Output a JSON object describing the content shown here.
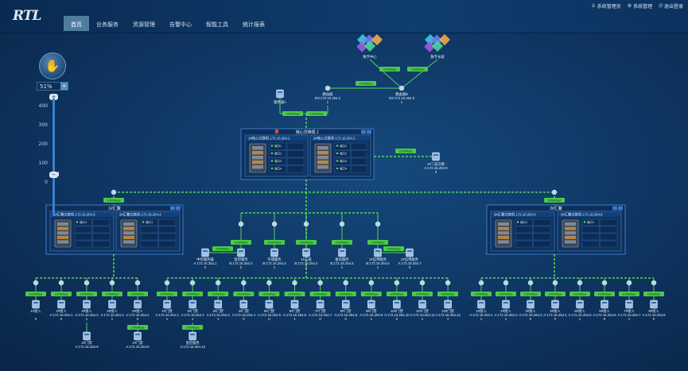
{
  "app": {
    "logo": "RTL"
  },
  "nav": [
    {
      "label": "首页",
      "active": true
    },
    {
      "label": "业务服务"
    },
    {
      "label": "资源管理"
    },
    {
      "label": "告警中心"
    },
    {
      "label": "智能工具"
    },
    {
      "label": "统计报表"
    }
  ],
  "user_menu": [
    {
      "icon": "user-icon",
      "glyph": "♙",
      "label": "系统管理员"
    },
    {
      "icon": "gear-icon",
      "glyph": "⚙",
      "label": "系统管理"
    },
    {
      "icon": "logout-icon",
      "glyph": "⎘",
      "label": "退出登录"
    }
  ],
  "zoom": {
    "value": "51%",
    "level_percent": 51,
    "ticks": [
      "400",
      "300",
      "200",
      "100",
      "0"
    ],
    "plus": "+",
    "minus": "−"
  },
  "topology": {
    "link_label": "1000Mbps",
    "clouds": [
      {
        "name": "数字中心"
      },
      {
        "name": "数字长城"
      }
    ],
    "top_nodes": [
      {
        "name": "服务器A",
        "ip": ""
      },
      {
        "name": "路由器",
        "ip": "DX:172.16.254.2",
        "idx": "1"
      },
      {
        "name": "路由器B",
        "ip": "DX:172.16.254.3",
        "idx": "1"
      }
    ],
    "core": {
      "title": "核心交换机 1",
      "panels": [
        {
          "title": "1#核心交换机 172.16.254.1",
          "ports": [
            "端口1",
            "端口2",
            "端口3",
            "端口4"
          ]
        },
        {
          "title": "2#核心交换机 172.16.254.2",
          "ports": [
            "端口1",
            "端口2",
            "端口3",
            "端口4"
          ]
        }
      ]
    },
    "side_node": {
      "name": "1#二层交换",
      "ip": "A:172.16.254.8",
      "idx": "3"
    },
    "left_group": {
      "title": "1#汇聚",
      "panels": [
        {
          "title": "1#汇聚交换机 172.16.254.3",
          "ports": [
            "端口1"
          ]
        },
        {
          "title": "2#汇聚交换机 172.16.254.4",
          "ports": [
            "端口1"
          ]
        }
      ]
    },
    "right_group": {
      "title": "2#汇聚",
      "panels": [
        {
          "title": "3#汇聚交换机 172.16.254.5",
          "ports": [
            "端口1"
          ]
        },
        {
          "title": "4#汇聚交换机 172.16.254.6",
          "ports": [
            "端口1"
          ]
        }
      ]
    },
    "middle_nodes": [
      {
        "name": "中控服务器",
        "ip": "A:172.16.254.1",
        "idx": "2"
      },
      {
        "name": "监控服务",
        "ip": "B:172.16.254.2",
        "idx": "2"
      },
      {
        "name": "存储服务",
        "ip": "B:172.16.254.3",
        "idx": "1"
      },
      {
        "name": "1#三层",
        "ip": "B:172.16.254.4",
        "idx": "1"
      },
      {
        "name": "备份服务",
        "ip": "B:172.16.254.5",
        "idx": "1"
      },
      {
        "name": "1#应用服务",
        "ip": "B:172.16.254.6",
        "idx": "1"
      },
      {
        "name": "2#应用服务",
        "ip": "A:172.16.254.7",
        "idx": "0"
      }
    ],
    "bottom_left_nodes": [
      {
        "name": "1#接入",
        "ip": "",
        "idx": "0"
      },
      {
        "name": "2#接入",
        "ip": "A:172.16.254.1",
        "idx": "0"
      },
      {
        "name": "3#接入",
        "ip": "A:172.16.254.2",
        "idx": "1"
      },
      {
        "name": "4#接入",
        "ip": "A:172.16.254.3",
        "idx": "1"
      },
      {
        "name": "5#接入",
        "ip": "A:172.16.254.4",
        "idx": "0"
      }
    ],
    "bottom_left_extra": [
      {
        "name": "1#门禁",
        "ip": "A:172.16.254.8",
        "idx": "0"
      },
      {
        "name": "2#门禁",
        "ip": "A:172.16.254.9",
        "idx": "0"
      }
    ],
    "bottom_center_nodes": [
      {
        "name": "1#门禁",
        "ip": "A:172.16.254.1",
        "idx": "1"
      },
      {
        "name": "2#门禁",
        "ip": "A:172.16.254.2",
        "idx": "1"
      },
      {
        "name": "3#门禁",
        "ip": "A:172.16.254.3",
        "idx": "1"
      },
      {
        "name": "4#门禁",
        "ip": "A:172.16.254.4",
        "idx": "0"
      },
      {
        "name": "5#门禁",
        "ip": "A:172.16.254.5",
        "idx": "0"
      },
      {
        "name": "6#门禁",
        "ip": "A:172.16.254.6",
        "idx": "1"
      },
      {
        "name": "7#门禁",
        "ip": "A:172.16.254.7",
        "idx": "0"
      },
      {
        "name": "8#门禁",
        "ip": "A:172.16.254.8",
        "idx": "0"
      },
      {
        "name": "9#门禁",
        "ip": "A:172.16.254.9",
        "idx": "1"
      },
      {
        "name": "10#门禁",
        "ip": "A:172.16.254.10",
        "idx": "0"
      },
      {
        "name": "11#门禁",
        "ip": "A:172.16.254.11",
        "idx": "1"
      },
      {
        "name": "12#门禁",
        "ip": "A:172.16.254.12",
        "idx": "1"
      }
    ],
    "bottom_center_extra": [
      {
        "name": "监控服务",
        "ip": "A:172.16.254.13",
        "idx": "0"
      }
    ],
    "bottom_right_nodes": [
      {
        "name": "1#接入",
        "ip": "A:172.16.254.1",
        "idx": "1"
      },
      {
        "name": "2#接入",
        "ip": "A:172.16.254.2",
        "idx": "1"
      },
      {
        "name": "3#接入",
        "ip": "A:172.16.254.3",
        "idx": "0"
      },
      {
        "name": "4#接入",
        "ip": "A:172.16.254.4",
        "idx": "0"
      },
      {
        "name": "5#接入",
        "ip": "A:172.16.254.5",
        "idx": "1"
      },
      {
        "name": "6#接入",
        "ip": "A:172.16.254.6",
        "idx": "0"
      },
      {
        "name": "7#接入",
        "ip": "A:172.16.254.7",
        "idx": "1"
      },
      {
        "name": "8#接入",
        "ip": "A:172.16.254.8",
        "idx": "0"
      }
    ]
  },
  "colors": {
    "link": "#5fe05a",
    "label_bg": "#4cc94a",
    "panel_border": "#3d7cc8"
  }
}
